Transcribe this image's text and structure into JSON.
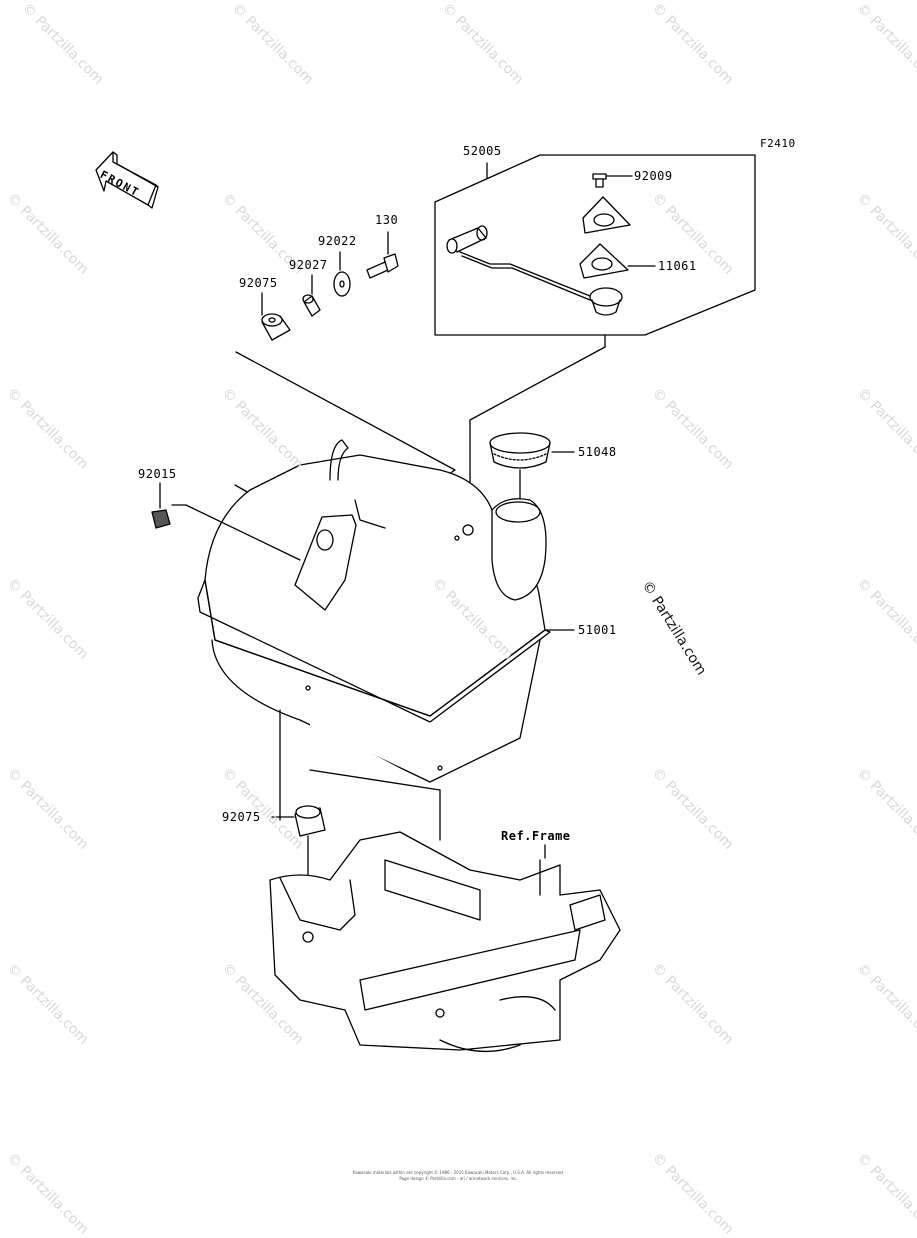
{
  "diagram": {
    "code": "F2410",
    "front_label": "FRONT",
    "ref_frame": "Ref.Frame",
    "parts": {
      "p52005": "52005",
      "p92009": "92009",
      "p11061": "11061",
      "p130": "130",
      "p92022": "92022",
      "p92027": "92027",
      "p92075a": "92075",
      "p51048": "51048",
      "p92015": "92015",
      "p51001": "51001",
      "p92075b": "92075"
    },
    "watermark": "© Partzilla.com",
    "copyright": "© Partzilla.com",
    "footer_line1": "Kawasaki materials within are copyright © 1986 - 2015 Kawasaki Motors Corp., U.S.A. All rights reserved.",
    "footer_line2": "Page design © Partzilla.com - ari / arinetwork services, inc."
  }
}
